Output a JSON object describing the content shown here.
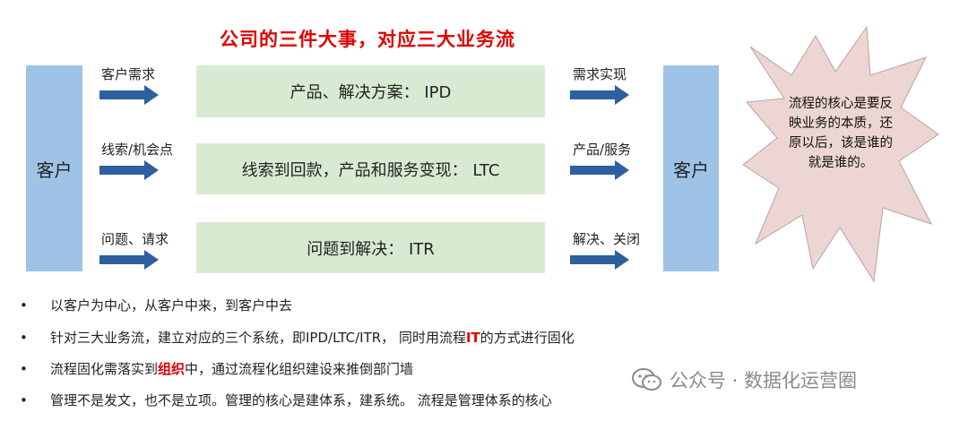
{
  "title": "公司的三件大事，对应三大业务流",
  "left_customer": "客户",
  "right_customer": "客户",
  "flows": [
    {
      "label": "产品、解决方案：  IPD",
      "input": "客户需求",
      "output": "需求实现"
    },
    {
      "label": "线索到回款，产品和服务变现：  LTC",
      "input": "线索/机会点",
      "output": "产品/服务"
    },
    {
      "label": "问题到解决：  ITR",
      "input": "问题、请求",
      "output": "解决、关闭"
    }
  ],
  "star_text": "流程的核心是要反映业务的本质，还原以后，该是谁的就是谁的。",
  "bullets": [
    {
      "bullet": "•",
      "text": "以客户为中心，从客户中来，到客户中去"
    },
    {
      "bullet": "•",
      "before": "针对三大业务流，建立对应的三个系统，即IPD/LTC/ITR，  同时用流程",
      "highlight": "IT",
      "after": "的方式进行固化"
    },
    {
      "bullet": "•",
      "before": "流程固化需落实到",
      "highlight": "组织",
      "after": "中，通过流程化组织建设来推倒部门墙"
    },
    {
      "bullet": "•",
      "text": "管理不是发文，也不是立项。管理的核心是建体系，建系统。  流程是管理体系的核心"
    }
  ],
  "watermark": "公众号 · 数据化运营圈",
  "colors": {
    "title_red": "#e00000",
    "customer_blue": "#9fc3e7",
    "flow_green": "#d9ead3",
    "arrow_blue": "#2e5f9e",
    "star_fill": "#ecd5d2"
  }
}
